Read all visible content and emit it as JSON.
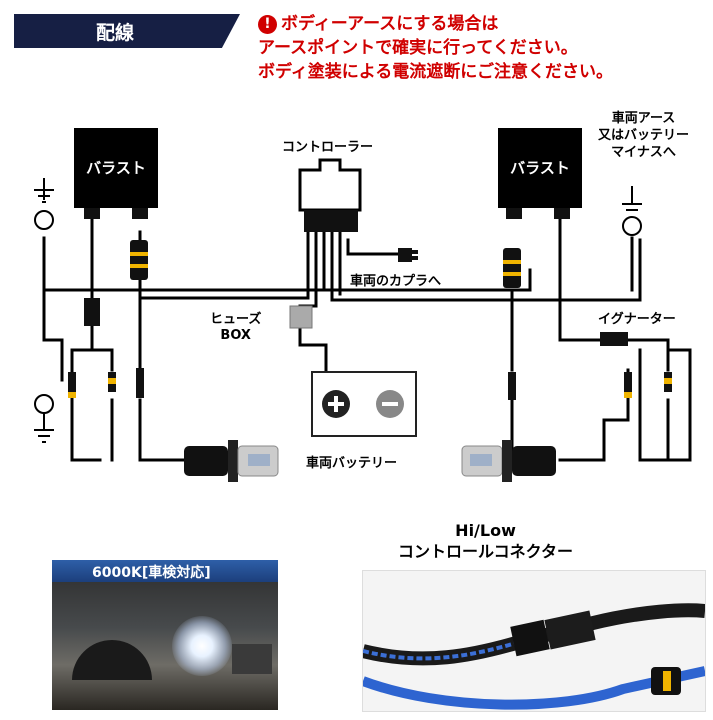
{
  "header": {
    "title": "配線"
  },
  "warning": {
    "icon": "exclamation-circle-icon",
    "lines": [
      "ボディーアースにする場合は",
      "アースポイントで確実に行ってください。",
      "ボディ塗装による電流遮断にご注意ください。"
    ]
  },
  "diagram": {
    "ballast_left": "バラスト",
    "ballast_right": "バラスト",
    "controller": "コントローラー",
    "coupler": "車両のカプラへ",
    "fuse_box": [
      "ヒューズ",
      "BOX"
    ],
    "battery": "車両バッテリー",
    "igniter": "イグナーター",
    "vehicle_ground": [
      "車両アース",
      "又はバッテリー",
      "マイナスへ"
    ]
  },
  "photos": {
    "left_caption": "6000K[車検対応]",
    "connector_title": [
      "Hi/Low",
      "コントロールコネクター"
    ]
  },
  "colors": {
    "header_bg": "#161f44",
    "warning_red": "#d00000",
    "connector_yellow": "#f0b400"
  }
}
